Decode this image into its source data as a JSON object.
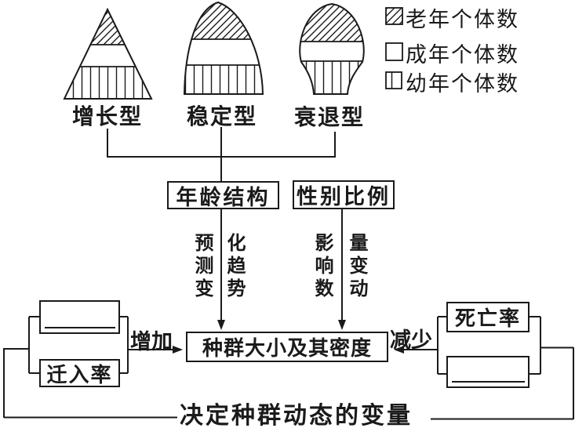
{
  "pyramids": [
    {
      "label": "增长型"
    },
    {
      "label": "稳定型"
    },
    {
      "label": "衰退型"
    }
  ],
  "legend": {
    "items": [
      {
        "icon": "diagonal-hatch-square",
        "label": "老年个体数"
      },
      {
        "icon": "empty-square",
        "label": "成年个体数"
      },
      {
        "icon": "vertical-stripe-square",
        "label": "幼年个体数"
      }
    ]
  },
  "nodes": {
    "age_structure": "年龄结构",
    "sex_ratio": "性别比例",
    "population": "种群大小及其密度",
    "immigration_rate": "迁入率",
    "death_rate": "死亡率"
  },
  "flow_labels": {
    "predict_col_left": "预测变",
    "predict_col_right": "化趋势",
    "affect_col_left": "影响数",
    "affect_col_right": "量变动",
    "increase": "增加",
    "decrease": "减少"
  },
  "footer": "决定种群动态的变量",
  "colors": {
    "ink": "#1a1a1a",
    "background": "#ffffff"
  }
}
